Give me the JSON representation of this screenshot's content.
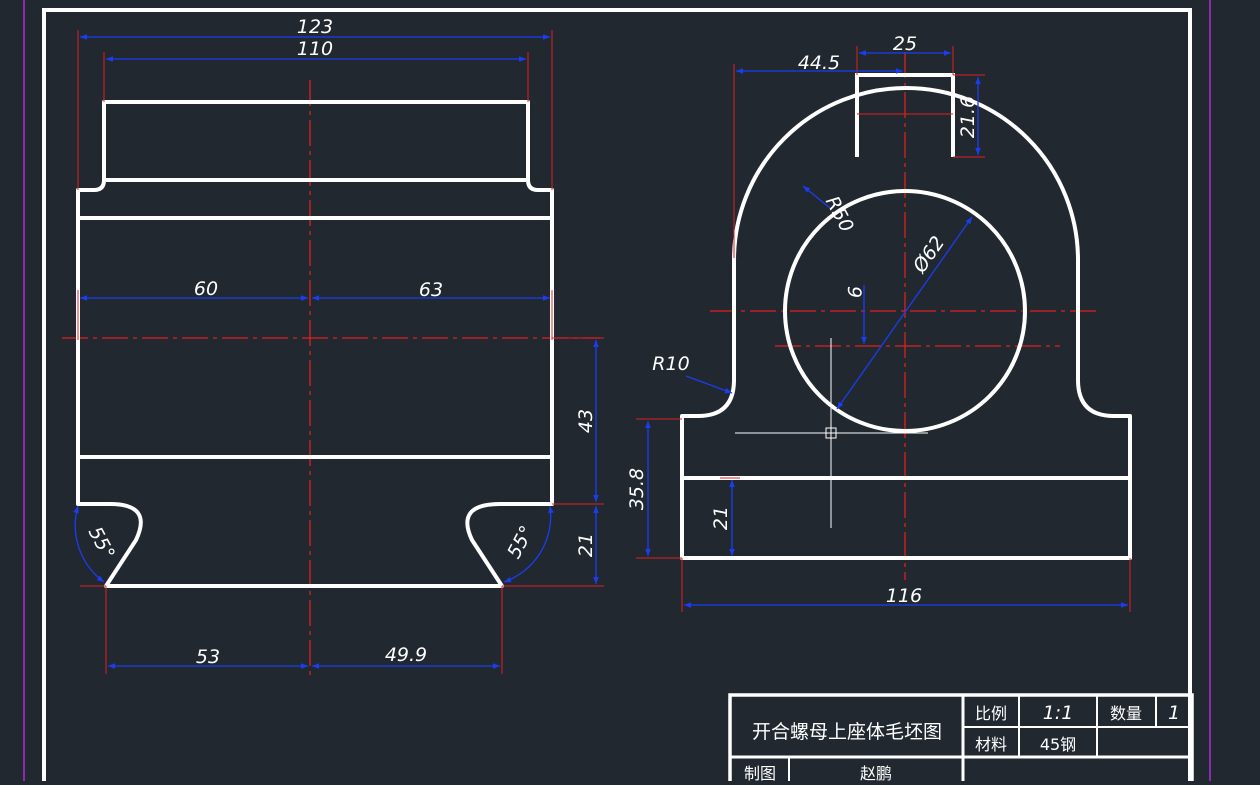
{
  "drawing": {
    "title_block": {
      "title": "开合螺母上座体毛坯图",
      "scale_label": "比例",
      "scale_value": "1:1",
      "quantity_label": "数量",
      "quantity_value": "1",
      "material_label": "材料",
      "material_value": "45钢",
      "drawn_by_label": "制图",
      "drawn_by_name": "赵鹏"
    },
    "front_view": {
      "dimensions": [
        "123",
        "110",
        "60",
        "63",
        "43",
        "21",
        "53",
        "49.9",
        "55°",
        "55°"
      ]
    },
    "side_view": {
      "dimensions": [
        "44.5",
        "25",
        "21.6",
        "R50",
        "Ø62",
        "9",
        "R10",
        "35.8",
        "21",
        "116"
      ]
    }
  }
}
